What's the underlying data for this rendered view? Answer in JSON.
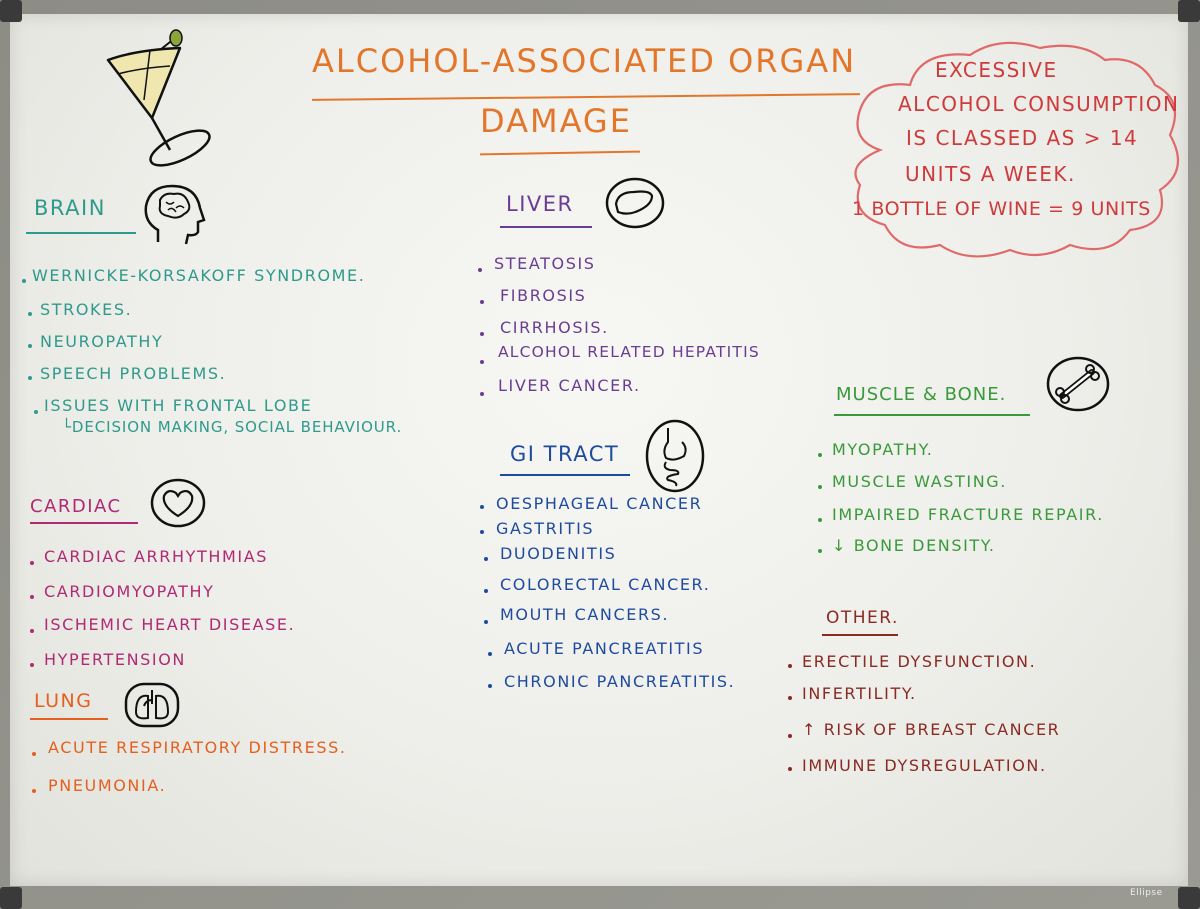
{
  "title_line1": "Alcohol-Associated Organ",
  "title_line2": "Damage",
  "note": {
    "line1": "Excessive",
    "line2": "Alcohol consumption",
    "line3": "is classed as > 14",
    "line4": "units a week.",
    "line5": "1 bottle of wine = 9 units"
  },
  "brain": {
    "heading": "Brain",
    "items": [
      "Wernicke-Korsakoff syndrome.",
      "Strokes.",
      "Neuropathy",
      "Speech problems.",
      "Issues with frontal lobe",
      "└Decision making, social behaviour."
    ]
  },
  "cardiac": {
    "heading": "Cardiac",
    "items": [
      "Cardiac arrhythmias",
      "Cardiomyopathy",
      "Ischemic heart disease.",
      "Hypertension"
    ]
  },
  "lung": {
    "heading": "Lung",
    "items": [
      "Acute respiratory distress.",
      "Pneumonia."
    ]
  },
  "liver": {
    "heading": "Liver",
    "items": [
      "Steatosis",
      "Fibrosis",
      "Cirrhosis.",
      "Alcohol related hepatitis",
      "Liver cancer."
    ]
  },
  "gi": {
    "heading": "GI Tract",
    "items": [
      "Oesphageal cancer",
      "Gastritis",
      "Duodenitis",
      "Colorectal cancer.",
      "Mouth cancers.",
      "Acute pancreatitis",
      "Chronic pancreatitis."
    ]
  },
  "muscle": {
    "heading": "Muscle & Bone.",
    "items": [
      "Myopathy.",
      "Muscle wasting.",
      "Impaired fracture repair.",
      "↓ Bone density."
    ]
  },
  "other": {
    "heading": "Other.",
    "items": [
      "Erectile dysfunction.",
      "Infertility.",
      "↑ Risk of breast cancer",
      "Immune dysregulation."
    ]
  },
  "board_brand": "Ellipse",
  "colors": {
    "title": "#e2772c",
    "brain": "#2e9a8c",
    "cardiac": "#b02a73",
    "lung": "#e5601f",
    "liver": "#6a3d92",
    "gi": "#1f4b9e",
    "muscle": "#3a9a3a",
    "other": "#8a2a22",
    "note": "#cf3b3b"
  }
}
